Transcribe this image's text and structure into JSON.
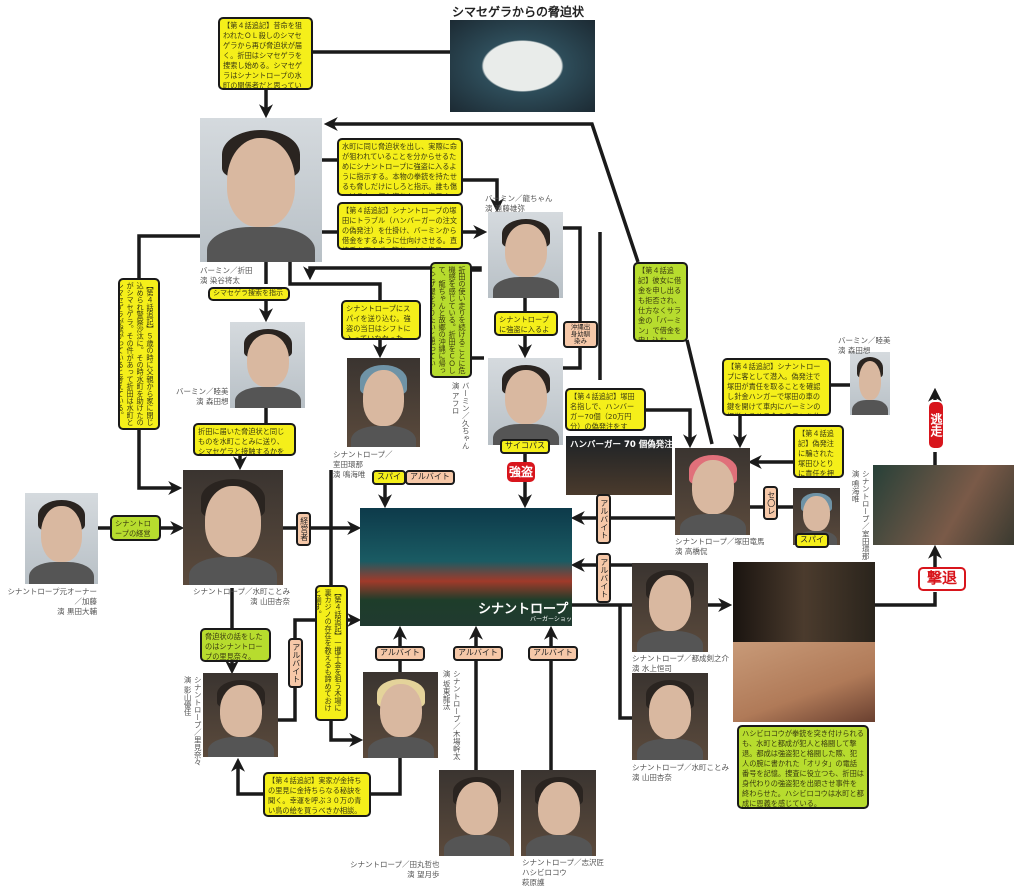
{
  "title": "シマセゲラからの脅迫状",
  "colors": {
    "note_yellow": "#f5ef1a",
    "note_green": "#b7dc2e",
    "tag_peach": "#f6c8a8",
    "accent_red": "#d8151c",
    "line": "#1a1a1a"
  },
  "notes": {
    "a": "【第４話追記】昔命を狙われたＯＬ殺しのシマセゲラから再び脅迫状が届く。折田はシマセゲラを捜索し始める。シマセゲラはシナントロープの水町の関係者だと思っている。",
    "b": "水町に同じ脅迫状を出し、実際に命が狙われていることを分からせるためにシナントロープに強盗に入るように指示する。本物の拳銃を持たせるも脅しだけにしろと指示。誰も傷つけるな、何も盗むな、と指示する。",
    "c": "【第４話追記】シナントロープの塚田にトラブル（ハンバーガーの注文の偽発注）を仕掛け、バーミンから借金をするように仕向けさせる。直接手を下さず、龍ちゃんに指示。",
    "d": "折田の使い走りを続けることに危機感を感じている。折田をＣＯして、龍ちゃんと故郷の沖縄に帰ってピザ屋をやりたいと思っている。",
    "e": "【第４話追記】５歳の時に父親から家に閉じ込められ警察沙汰に。その時水町を助けたのがシマセゲラ。その件があって折田は水町とシマセゲラが繋がっていると考えている。",
    "f": "折田に届いた脅迫状と同じものを水町ことみに送り、シマセゲラと接触するかを監視。",
    "g": "シナントロープにスパイを送り込む。強盗の当日はシフトに入っていなかった。",
    "h": "シナントロープに強盗に入るように指示",
    "i": "【第４話追記】塚田名指しで、ハンバーガー70個（20万円分）の偽発注をする。",
    "j": "【第４話追記】彼女に借金を申し出るも拒否され、仕方なくサラ金の「バーミン」で借金を申し込む。",
    "k": "【第４話追記】シナントロープに客として潜入。偽発注で塚田が責任を取ることを確認し針金ハンガーで塚田の車の鍵を開けて車内にバーミンの経営するサラ金のチラシを仕込む。",
    "l": "【第４話追記】偽発注に騙された塚田ひとりに責任を押し付ける。",
    "m": "シナントロープの経営を水町に譲渡する。",
    "n": "ハシビロコウが拳銃を突き付けられるも、水町と都成が犯人と格闘して撃退。都成は強盗犯と格闘した際、犯人の腕に書かれた「オリタ」の電話番号を記憶。捜査に役立つも、折田は身代わりの強盗犯を出頭させ事件を終わらせた。ハシビロコウは水町と都成に恩義を感じている。",
    "o": "脅迫状の話をしたのはシナントロープの里見奈々。",
    "p": "【第４話追記】一攫千金を狙う木場に裏カジノの存在を教えるも諦めておけと諭す。",
    "q": "【第４話追記】実家が金持ちの里見に金持ちらなる秘訣を聞く。幸運を呼ぶ３０万の青い鳥の絵を買うべきか相談。",
    "search": "シマセゲラ捜索を指示"
  },
  "tags": {
    "spy": "スパイ",
    "arbeit": "アルバイト",
    "okinawa": "沖縄出身幼馴染み",
    "psycho": "サイコパス",
    "robbery": "強盗",
    "manager": "経営者",
    "sefure": "セ〇レ",
    "escape": "逃走",
    "repel": "撃退"
  },
  "people": {
    "orita": {
      "role": "バーミン／折田",
      "actor": "演 染谷将太"
    },
    "ryu": {
      "role": "バーミン／龍ちゃん",
      "actor": "演 遠藤雄弥"
    },
    "kuchan": {
      "role": "バーミン／久ちゃん",
      "actor": "演 アフロ"
    },
    "haru": {
      "role": "バーミン／睦美",
      "actor": "演 森田想"
    },
    "muroda": {
      "role": "シナントロープ／室田環那",
      "actor": "演 鳴海唯"
    },
    "mizumachi": {
      "role": "シナントロープ／水町ことみ",
      "actor": "演 山田杏奈"
    },
    "owner": {
      "role": "シナントロープ元オーナー／加藤",
      "actor": "演 黒田大輔"
    },
    "tsukada": {
      "role": "シナントロープ／塚田竜馬",
      "actor": "演 高橋侃"
    },
    "tonari": {
      "role": "シナントロープ／都成剣之介",
      "actor": "演 水上恒司"
    },
    "satomi": {
      "role": "シナントロープ／里見奈々",
      "actor": "演 影山優佳"
    },
    "kiba": {
      "role": "シナントロープ／木場幹太",
      "actor": "演 坂東龍汰"
    },
    "tamaru": {
      "role": "シナントロープ／田丸哲也",
      "actor": "演 望月歩"
    },
    "shizawa": {
      "role": "シナントロープ／志沢匠",
      "actor": "ハシビロコウ",
      "actor2": "萩原護"
    }
  },
  "images": {
    "hamburger": "ハンバーガー 70 個偽発注",
    "shop_name": "シナントロープ",
    "shop_sub": "バーガーショップ"
  }
}
